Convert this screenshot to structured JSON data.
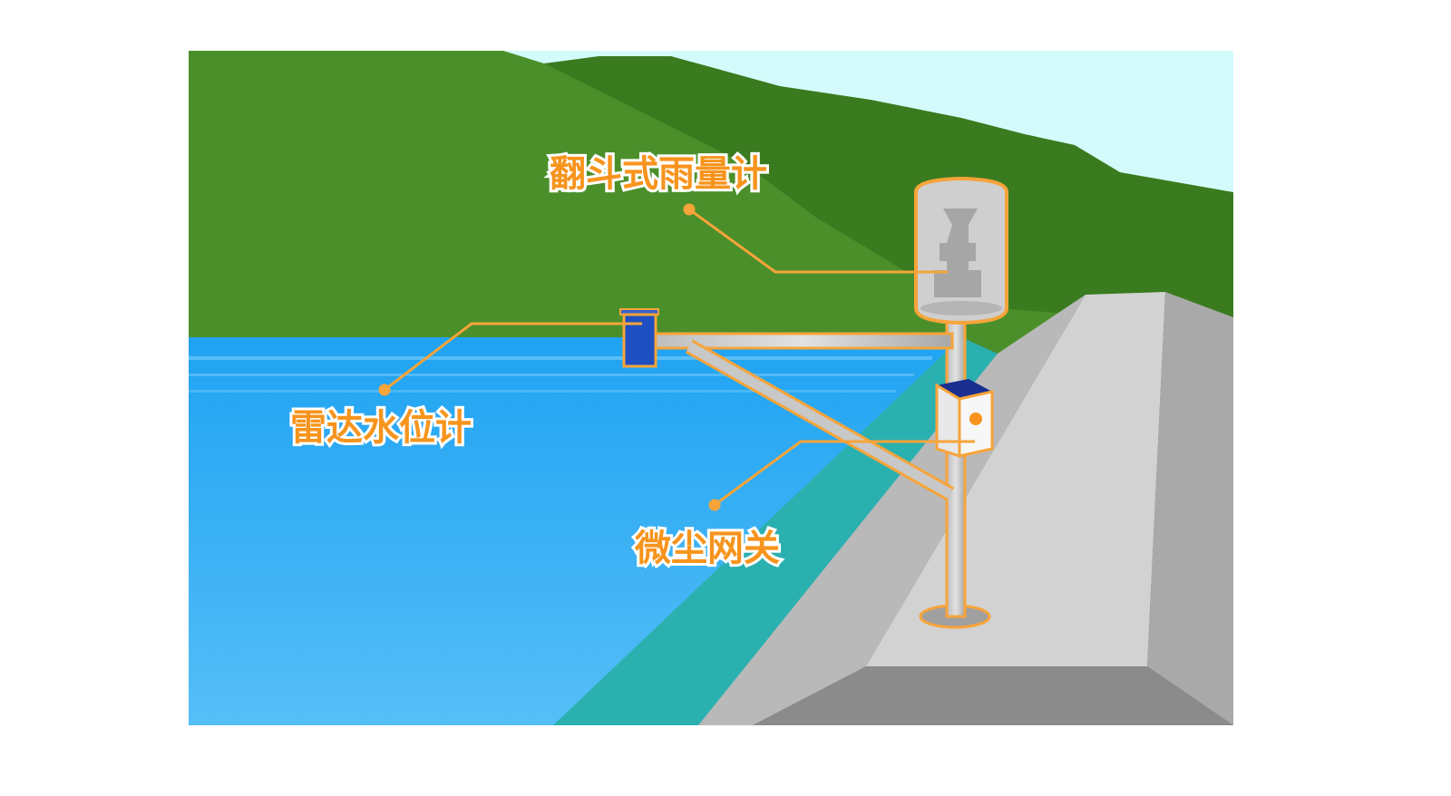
{
  "labels": {
    "rain_gauge": "翻斗式雨量计",
    "radar_level": "雷达水位计",
    "gateway": "微尘网关"
  },
  "colors": {
    "accent": "#f7a43a",
    "sky": "#d4fbfc",
    "hill_light": "#4a8f2a",
    "hill_dark": "#387a1f",
    "water": "#2fa9f5",
    "teal": "#2bb0b0",
    "dam": "#cfcfcf",
    "radar_box": "#1f4fc0"
  }
}
